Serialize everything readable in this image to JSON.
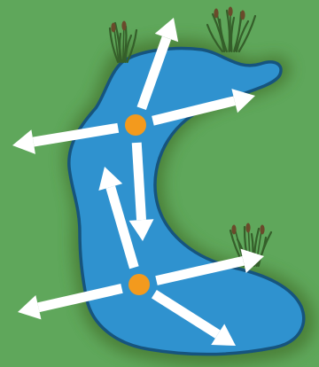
{
  "scene": {
    "name": "pond-movement-board",
    "colors": {
      "grass": "#5fa75b",
      "grass_shade": "#4d8e3f",
      "water": "#2f92cf",
      "water_outline": "#16547e",
      "arrow": "#ffffff",
      "node": "#f39a1d",
      "reeds": "#355f2a",
      "cattail": "#6a4a2b"
    }
  },
  "nodes": [
    {
      "id": "node-upper",
      "icon": "orange-dot-icon",
      "arrows": [
        "up",
        "right",
        "left",
        "down"
      ]
    },
    {
      "id": "node-lower",
      "icon": "orange-dot-icon",
      "arrows": [
        "up",
        "up-right",
        "left",
        "down-right"
      ]
    }
  ],
  "decorations": {
    "reeds": [
      "reed-cluster-top-left",
      "reed-cluster-top-right",
      "reed-cluster-right"
    ]
  }
}
